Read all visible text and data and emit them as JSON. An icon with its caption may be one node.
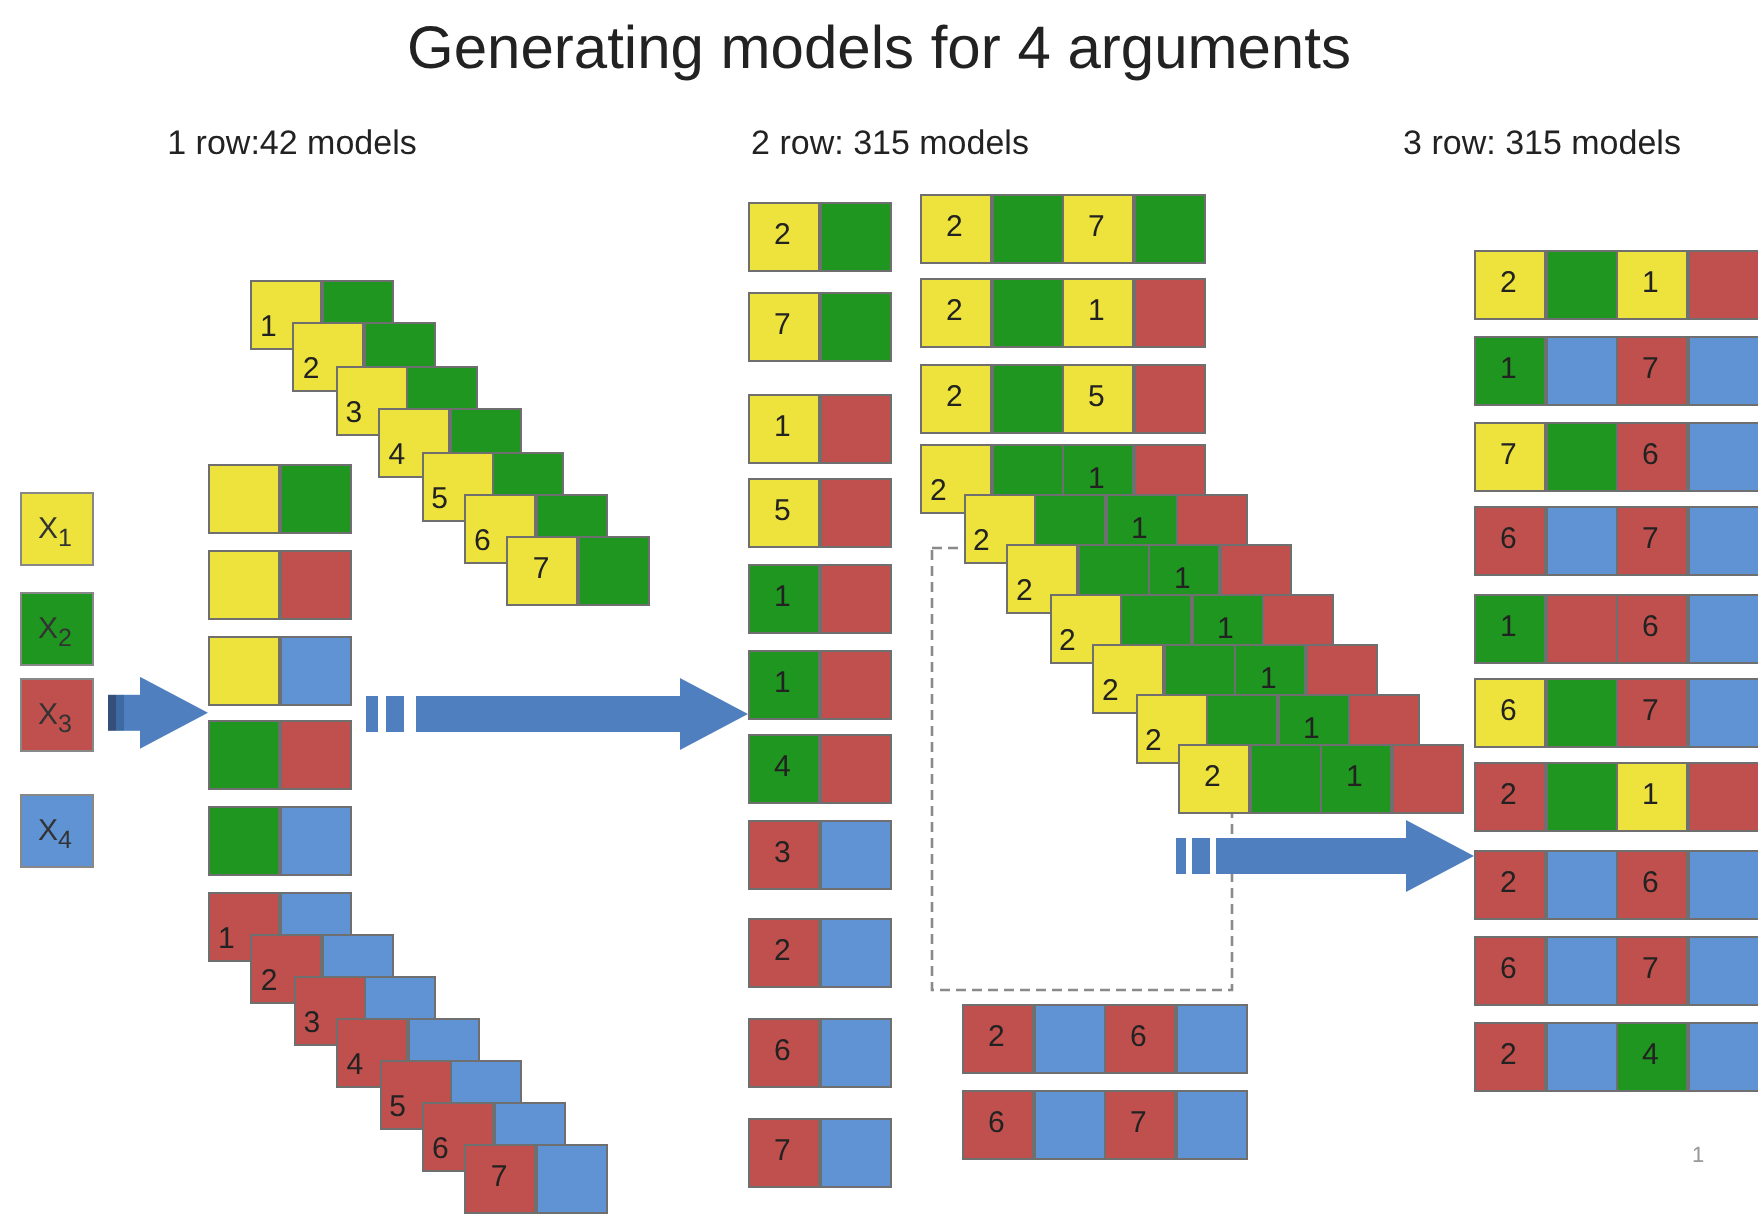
{
  "diagram": {
    "title": "Generating models for 4 arguments",
    "nodes": [
      {
        "text": [
          "1"
        ]
      },
      {
        "text": [
          "2"
        ]
      },
      {
        "text": [
          "3"
        ]
      },
      {
        "text": [
          "4"
        ]
      },
      {
        "text": [
          "5"
        ]
      },
      {
        "text": [
          "6"
        ]
      },
      {
        "text": [
          "7"
        ]
      },
      {
        "text": [],
        "shape": "bar"
      },
      {
        "text": [],
        "shape": "bar"
      },
      {
        "text": [],
        "shape": "bar"
      },
      {
        "text": [],
        "shape": "bar"
      },
      {
        "text": [],
        "shape": "bar"
      },
      {
        "text": [
          "1"
        ]
      },
      {
        "text": [
          "2"
        ]
      },
      {
        "text": [
          "3"
        ]
      },
      {
        "text": [
          "4"
        ]
      },
      {
        "text": [
          "5"
        ]
      },
      {
        "text": [
          "6"
        ]
      },
      {
        "text": [
          "7"
        ]
      },
      {
        "text": [
          "2"
        ]
      },
      {
        "text": [
          "7"
        ]
      },
      {
        "text": [
          "1"
        ]
      },
      {
        "text": [
          "5"
        ]
      },
      {
        "text": [
          "1"
        ]
      },
      {
        "text": [
          "1"
        ]
      },
      {
        "text": [
          "4"
        ]
      },
      {
        "text": [
          "3"
        ]
      },
      {
        "text": [
          "2"
        ]
      },
      {
        "text": [
          "6"
        ]
      },
      {
        "text": [
          "7"
        ]
      },
      {
        "text": [
          "2",
          "7"
        ]
      },
      {
        "text": [
          "2",
          "1"
        ]
      },
      {
        "text": [
          "2",
          "5"
        ]
      },
      {
        "text": [
          "2",
          "1"
        ]
      },
      {
        "text": [
          "2",
          "1"
        ]
      },
      {
        "text": [
          "2",
          "1"
        ]
      },
      {
        "text": [
          "2",
          "1"
        ]
      },
      {
        "text": [
          "2",
          "1"
        ]
      },
      {
        "text": [
          "2",
          "1"
        ]
      },
      {
        "text": [
          "2",
          "1"
        ]
      },
      {
        "text": [
          "2",
          "6"
        ]
      },
      {
        "text": [
          "6",
          "7"
        ]
      },
      {
        "text": [
          "2",
          "1"
        ]
      },
      {
        "text": [
          "1",
          "7"
        ]
      },
      {
        "text": [
          "7",
          "6"
        ]
      },
      {
        "text": [
          "6",
          "7"
        ]
      },
      {
        "text": [
          "1",
          "6"
        ]
      },
      {
        "text": [
          "6",
          "7"
        ]
      },
      {
        "text": [
          "2",
          "1"
        ]
      },
      {
        "text": [
          "2",
          "6"
        ]
      },
      {
        "text": [
          "6",
          "7"
        ]
      },
      {
        "text": [
          "2",
          "4"
        ]
      }
    ],
    "edges": [
      {
        "from": null,
        "to": 10,
        "arrow": "to"
      },
      {
        "from": 9,
        "to": 24,
        "arrow": "to"
      },
      {
        "from": 39,
        "to": 49,
        "arrow": "to"
      }
    ],
    "labels": [
      "1 row:42 models",
      "2 row: 315 models",
      "3 row: 315 models",
      "1"
    ],
    "legend": [
      {
        "text": "X$_{1}$",
        "color": "#ede33c"
      },
      {
        "text": "X$_{2}$",
        "color": "#1f961f"
      },
      {
        "text": "X$_{3}$",
        "color": "#c0504d"
      },
      {
        "text": "X$_{4}$",
        "color": "#5f93d4"
      }
    ]
  }
}
